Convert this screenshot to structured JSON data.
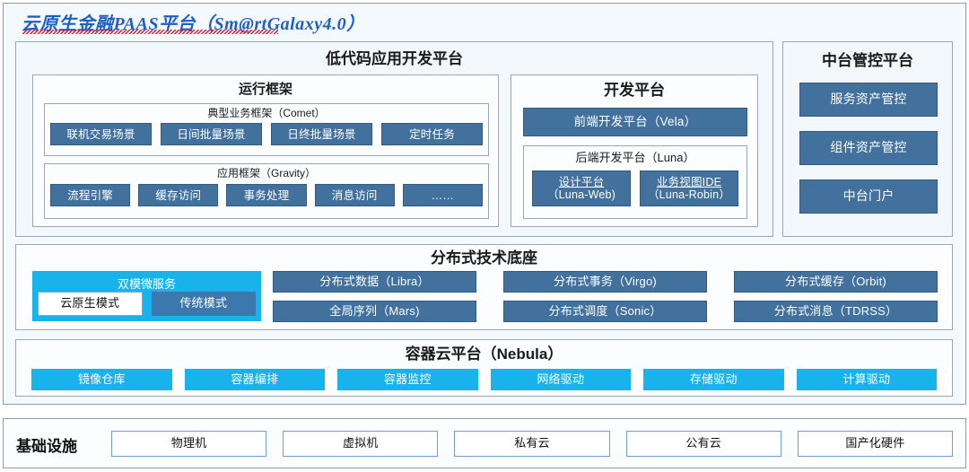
{
  "title": "云原生金融PAAS平台（Sm@rtGalaxy4.0）",
  "low_code": {
    "title": "低代码应用开发平台",
    "runtime_framework": {
      "title": "运行框架",
      "comet": {
        "title": "典型业务框架（Comet）",
        "items": [
          "联机交易场景",
          "日间批量场景",
          "日终批量场景",
          "定时任务"
        ]
      },
      "gravity": {
        "title": "应用框架（Gravity）",
        "items": [
          "流程引擎",
          "缓存访问",
          "事务处理",
          "消息访问",
          "……"
        ]
      }
    },
    "dev_platform": {
      "title": "开发平台",
      "frontend": "前端开发平台（Vela）",
      "backend": {
        "title": "后端开发平台（Luna）",
        "items": [
          {
            "line1": "设计平台",
            "line2": "（Luna-Web)"
          },
          {
            "line1": "业务视图IDE",
            "line2": "（Luna-Robin）"
          }
        ]
      }
    }
  },
  "mid_control": {
    "title": "中台管控平台",
    "items": [
      "服务资产管控",
      "组件资产管控",
      "中台门户"
    ]
  },
  "dist_base": {
    "title": "分布式技术底座",
    "dual_mode": {
      "title": "双模微服务",
      "items": [
        "云原生模式",
        "传统模式"
      ]
    },
    "columns": [
      [
        "分布式数据（Libra）",
        "全局序列（Mars)"
      ],
      [
        "分布式事务（Virgo)",
        "分布式调度（Sonic）"
      ],
      [
        "分布式缓存（Orbit)",
        "分布式消息（TDRSS）"
      ]
    ]
  },
  "container_cloud": {
    "title": "容器云平台（Nebula）",
    "items": [
      "镜像仓库",
      "容器编排",
      "容器监控",
      "网络驱动",
      "存储驱动",
      "计算驱动"
    ]
  },
  "infrastructure": {
    "label": "基础设施",
    "items": [
      "物理机",
      "虚拟机",
      "私有云",
      "公有云",
      "国产化硬件"
    ]
  },
  "colors": {
    "accent_blue": "#41719c",
    "accent_cyan": "#19b3ec",
    "title_blue": "#1f5fc4",
    "panel_bg": "#f2f7fc",
    "frame_border": "#9aa7b8"
  }
}
